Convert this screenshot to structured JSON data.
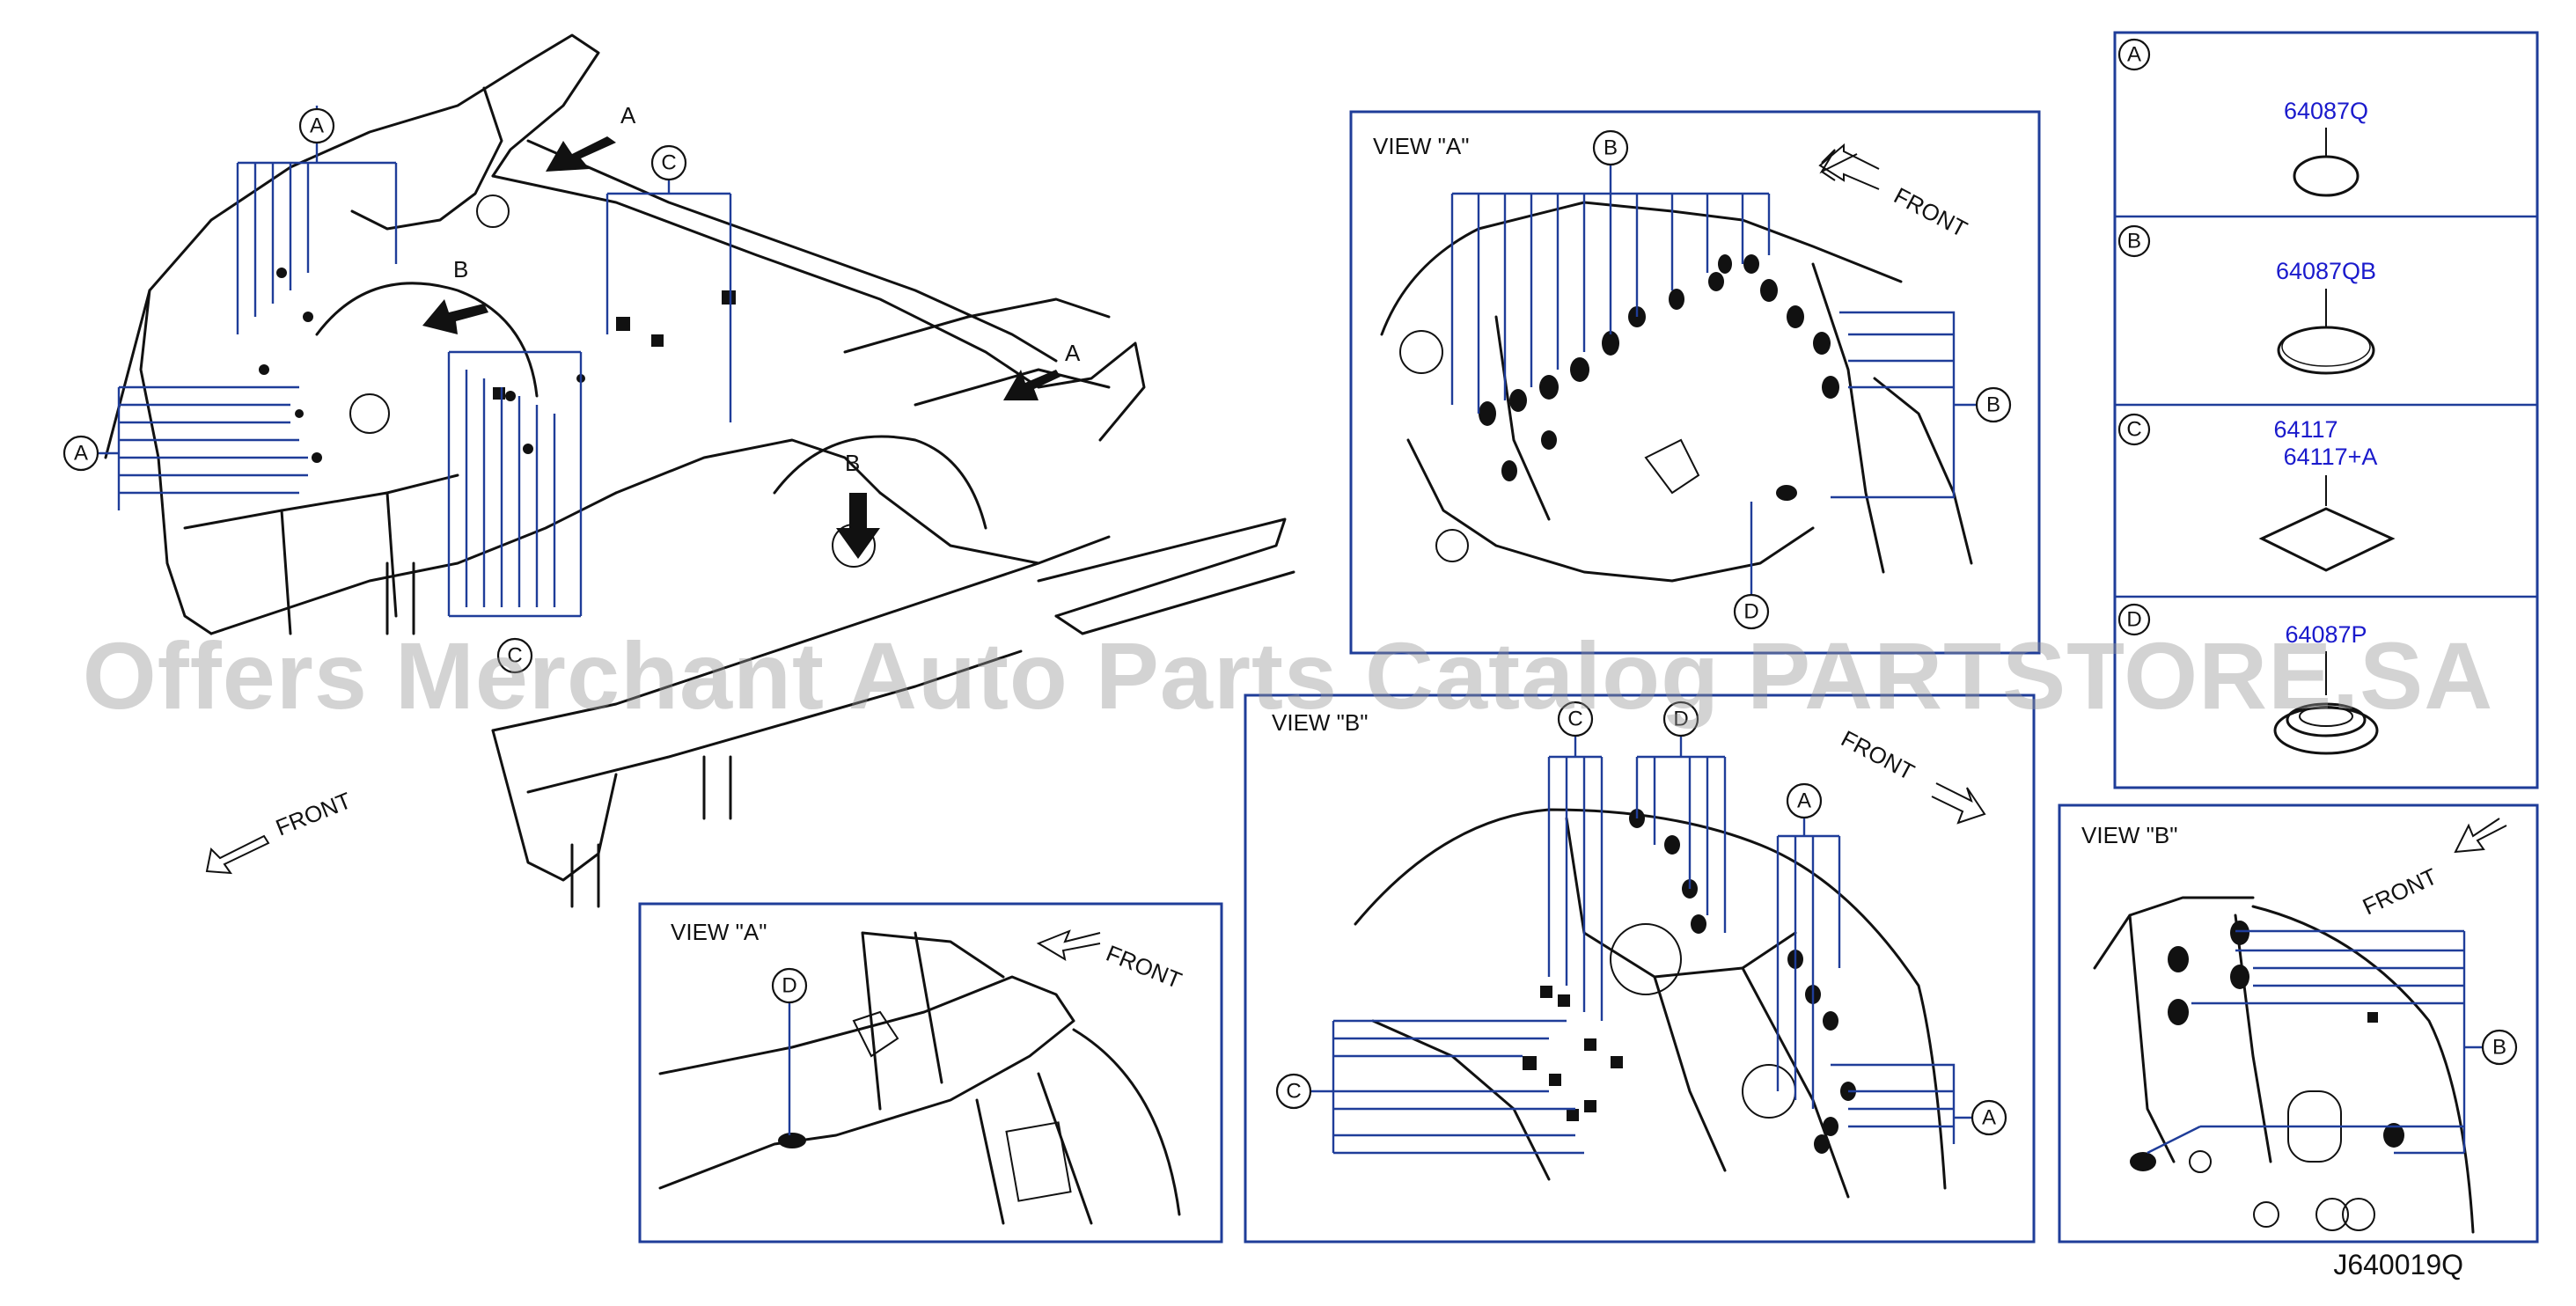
{
  "view_titles": {
    "main_top": "VIEW   \"A\"",
    "main_bottom_left": "VIEW   \"A\"",
    "main_bottom_mid": "VIEW   \"B\"",
    "right_small": "VIEW   \"B\""
  },
  "front_label": "FRONT",
  "callouts": {
    "a": "A",
    "b": "B",
    "c": "C",
    "d": "D"
  },
  "legend": [
    {
      "key": "A",
      "parts": [
        "64087Q"
      ]
    },
    {
      "key": "B",
      "parts": [
        "64087QB"
      ]
    },
    {
      "key": "C",
      "parts": [
        "64117",
        "64117+A"
      ]
    },
    {
      "key": "D",
      "parts": [
        "64087P"
      ]
    }
  ],
  "watermark": "Offers Merchant Auto Parts Catalog PARTSTORE.SA",
  "diagram_id": "J640019Q",
  "colors": {
    "frame": "#1f3d99",
    "part_number": "#1a1acc",
    "ink": "#111111"
  }
}
